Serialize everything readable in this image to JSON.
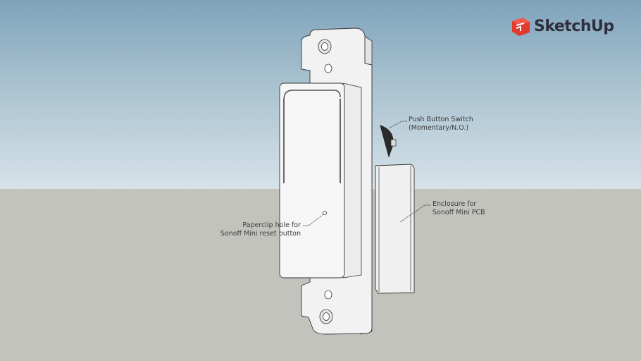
{
  "brand": {
    "name": "SketchUp",
    "accent": "#e23b2e"
  },
  "annotations": {
    "push_button": [
      "Push Button Switch",
      "(Momentary/N.O.)"
    ],
    "enclosure": [
      "Enclosure for",
      "Sonoff Mini PCB"
    ],
    "paperclip": [
      "Paperclip hole for",
      "Sonoff Mini reset button"
    ]
  }
}
